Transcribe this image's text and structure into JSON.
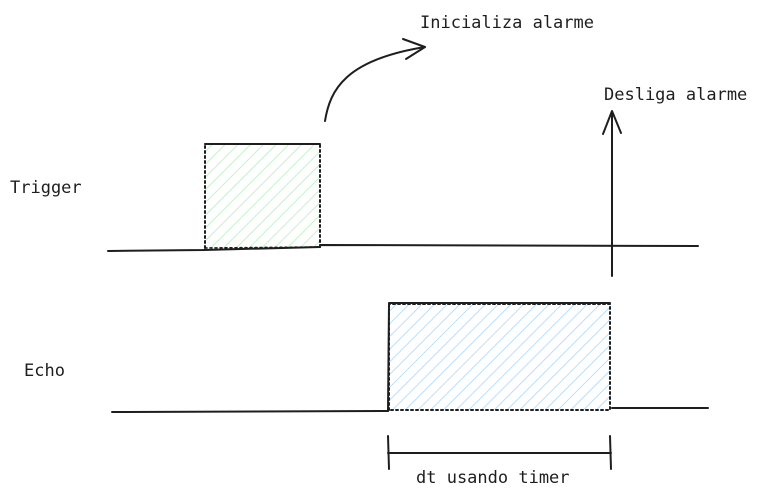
{
  "labels": {
    "trigger": "Trigger",
    "echo": "Echo",
    "start_alarm": "Inicializa alarme",
    "stop_alarm": "Desliga alarme",
    "interval": "dt usando timer"
  },
  "colors": {
    "ink": "#1e1e1e",
    "trigger_pulse_hatch": "#b2f2bb",
    "echo_pulse_hatch": "#a5d8ff"
  }
}
